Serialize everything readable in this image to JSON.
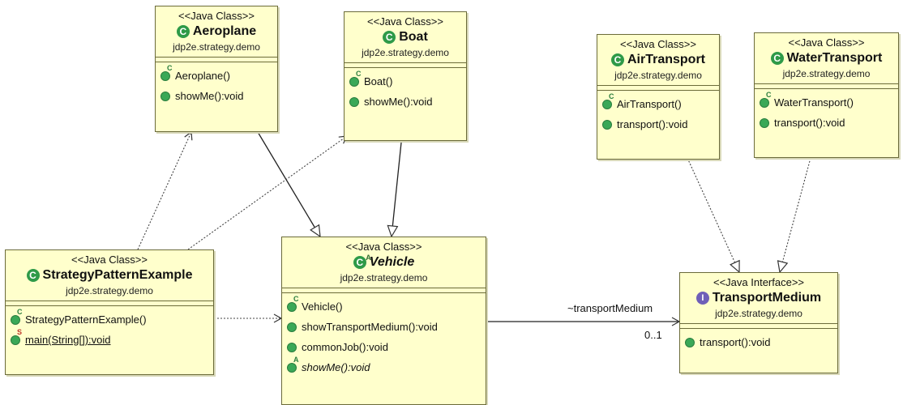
{
  "classes": {
    "aeroplane": {
      "stereotype": "<<Java Class>>",
      "name": "Aeroplane",
      "package": "jdp2e.strategy.demo",
      "icon": "class-icon",
      "ops": [
        {
          "text": "Aeroplane()",
          "marker": "C",
          "kind": "constructor"
        },
        {
          "text": "showMe():void",
          "marker": "",
          "kind": "public"
        }
      ]
    },
    "boat": {
      "stereotype": "<<Java Class>>",
      "name": "Boat",
      "package": "jdp2e.strategy.demo",
      "icon": "class-icon",
      "ops": [
        {
          "text": "Boat()",
          "marker": "C",
          "kind": "constructor"
        },
        {
          "text": "showMe():void",
          "marker": "",
          "kind": "public"
        }
      ]
    },
    "airtransport": {
      "stereotype": "<<Java Class>>",
      "name": "AirTransport",
      "package": "jdp2e.strategy.demo",
      "icon": "class-icon",
      "ops": [
        {
          "text": "AirTransport()",
          "marker": "C",
          "kind": "constructor"
        },
        {
          "text": "transport():void",
          "marker": "",
          "kind": "public"
        }
      ]
    },
    "watertransport": {
      "stereotype": "<<Java Class>>",
      "name": "WaterTransport",
      "package": "jdp2e.strategy.demo",
      "icon": "class-icon",
      "ops": [
        {
          "text": "WaterTransport()",
          "marker": "C",
          "kind": "constructor"
        },
        {
          "text": "transport():void",
          "marker": "",
          "kind": "public"
        }
      ]
    },
    "strategy": {
      "stereotype": "<<Java Class>>",
      "name": "StrategyPatternExample",
      "package": "jdp2e.strategy.demo",
      "icon": "class-icon",
      "ops": [
        {
          "text": "StrategyPatternExample()",
          "marker": "C",
          "kind": "constructor"
        },
        {
          "text": "main(String[]):void",
          "marker": "S",
          "kind": "static"
        }
      ]
    },
    "vehicle": {
      "stereotype": "<<Java Class>>",
      "name": "Vehicle",
      "package": "jdp2e.strategy.demo",
      "icon": "abstract-class-icon",
      "ops": [
        {
          "text": "Vehicle()",
          "marker": "C",
          "kind": "constructor"
        },
        {
          "text": "showTransportMedium():void",
          "marker": "",
          "kind": "public"
        },
        {
          "text": "commonJob():void",
          "marker": "",
          "kind": "public"
        },
        {
          "text": "showMe():void",
          "marker": "A",
          "kind": "abstract"
        }
      ]
    },
    "transportmedium": {
      "stereotype": "<<Java Interface>>",
      "name": "TransportMedium",
      "package": "jdp2e.strategy.demo",
      "icon": "interface-icon",
      "ops": [
        {
          "text": "transport():void",
          "marker": "",
          "kind": "public"
        }
      ]
    }
  },
  "association": {
    "role": "~transportMedium",
    "multiplicity": "0..1"
  },
  "colors": {
    "box_fill": "#ffffcc",
    "box_border": "#6b6b3a",
    "class_icon": "#2e9a48",
    "interface_icon": "#6f5fb8"
  }
}
